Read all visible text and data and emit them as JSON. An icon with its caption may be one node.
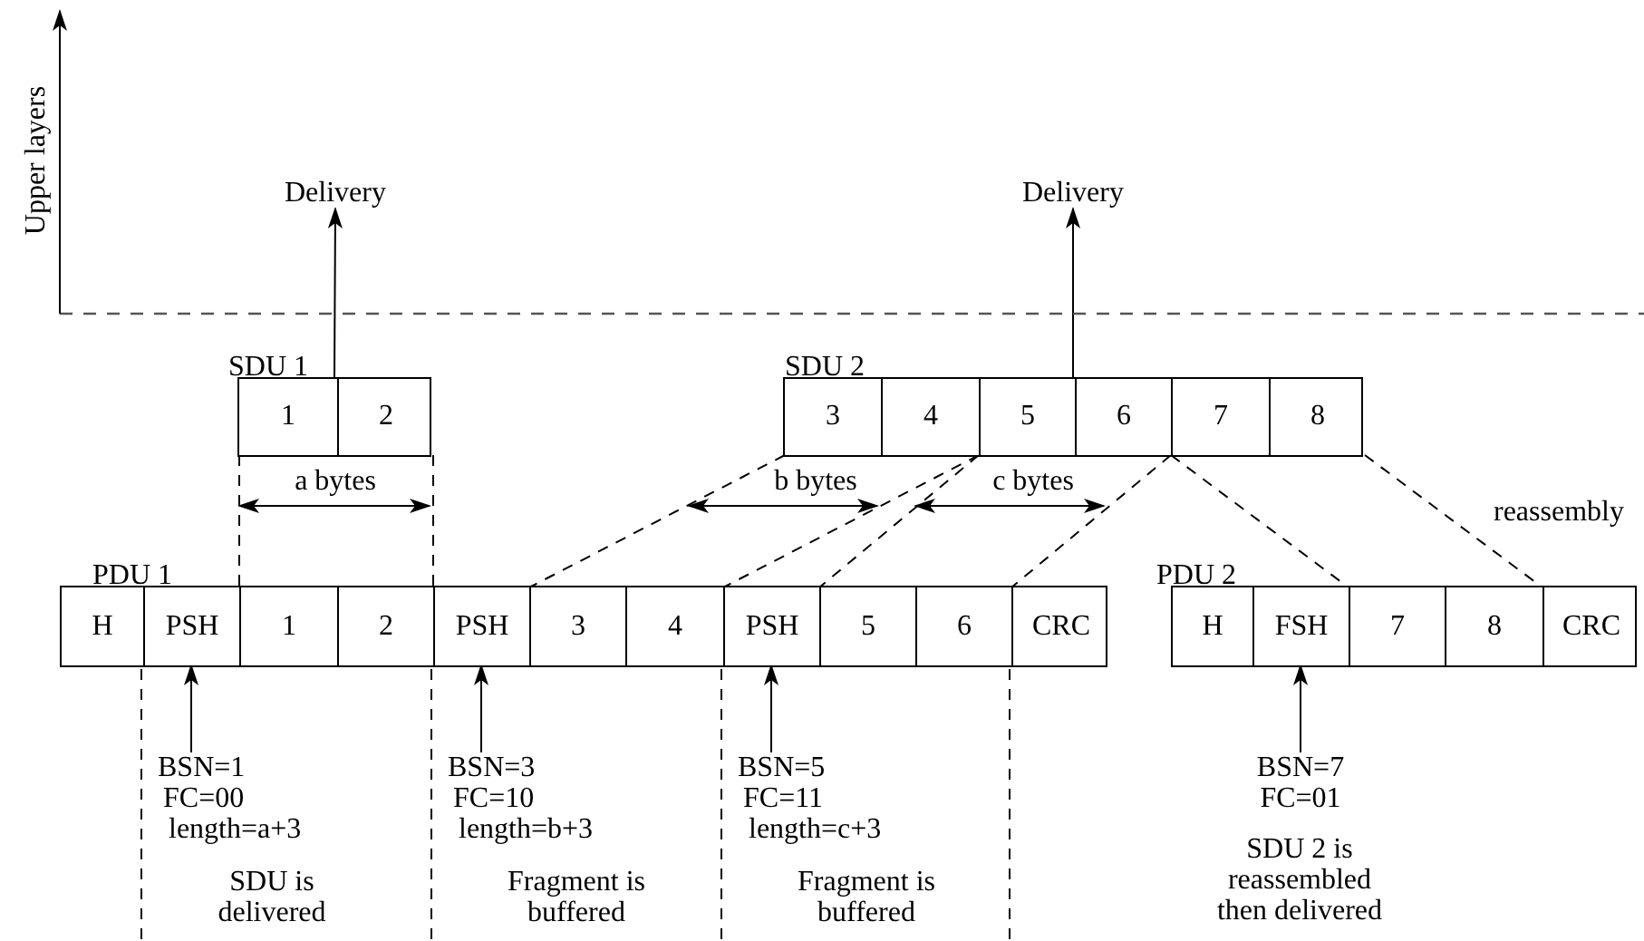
{
  "diagram": {
    "nodes": [
      {
        "text": [
          "SDU 1"
        ]
      },
      {
        "text": [
          "1"
        ],
        "in": 0
      },
      {
        "text": [
          "2"
        ],
        "in": 0
      },
      {
        "text": [
          "SDU 2"
        ]
      },
      {
        "text": [
          "3"
        ],
        "in": 3
      },
      {
        "text": [
          "4"
        ],
        "in": 3
      },
      {
        "text": [
          "5"
        ],
        "in": 3
      },
      {
        "text": [
          "6"
        ],
        "in": 3
      },
      {
        "text": [
          "7"
        ],
        "in": 3
      },
      {
        "text": [
          "8"
        ],
        "in": 3
      },
      {
        "text": [
          "PDU 1"
        ]
      },
      {
        "text": [
          "H"
        ],
        "in": 10
      },
      {
        "text": [
          "PSH"
        ],
        "in": 10
      },
      {
        "text": [
          "1"
        ],
        "in": 10
      },
      {
        "text": [
          "2"
        ],
        "in": 10
      },
      {
        "text": [
          "PSH"
        ],
        "in": 10
      },
      {
        "text": [
          "3"
        ],
        "in": 10
      },
      {
        "text": [
          "4"
        ],
        "in": 10
      },
      {
        "text": [
          "PSH"
        ],
        "in": 10
      },
      {
        "text": [
          "5"
        ],
        "in": 10
      },
      {
        "text": [
          "6"
        ],
        "in": 10
      },
      {
        "text": [
          "CRC"
        ],
        "in": 10
      },
      {
        "text": [
          "PDU 2"
        ]
      },
      {
        "text": [
          "H"
        ],
        "in": 22
      },
      {
        "text": [
          "FSH"
        ],
        "in": 22
      },
      {
        "text": [
          "7"
        ],
        "in": 22
      },
      {
        "text": [
          "8"
        ],
        "in": 22
      },
      {
        "text": [
          "CRC"
        ],
        "in": 22
      },
      {
        "text": [
          "Delivery"
        ]
      },
      {
        "text": [
          "Delivery"
        ]
      },
      {
        "text": [
          "BSN=1",
          "FC=00",
          "length=a+3"
        ]
      },
      {
        "text": [
          "BSN=3",
          "FC=10",
          "length=b+3"
        ]
      },
      {
        "text": [
          "BSN=5",
          "FC=11",
          "length=c+3"
        ]
      },
      {
        "text": [
          "BSN=7",
          "FC=01"
        ]
      }
    ],
    "edges": [
      {
        "from": 0,
        "to": 28,
        "arrow": "to"
      },
      {
        "from": 3,
        "to": 29,
        "arrow": "to"
      },
      {
        "from": 30,
        "to": 12,
        "arrow": "to"
      },
      {
        "from": 31,
        "to": 15,
        "arrow": "to"
      },
      {
        "from": 32,
        "to": 18,
        "arrow": "to"
      },
      {
        "from": 33,
        "to": 24,
        "arrow": "to"
      },
      {
        "from": 1,
        "to": 13,
        "arrow": "none",
        "style": "dashed"
      },
      {
        "from": 2,
        "to": 14,
        "arrow": "none",
        "style": "dashed"
      },
      {
        "from": 4,
        "to": 16,
        "arrow": "none",
        "style": "dashed"
      },
      {
        "from": 5,
        "to": 17,
        "arrow": "none",
        "style": "dashed"
      },
      {
        "from": 6,
        "to": 19,
        "arrow": "none",
        "style": "dashed"
      },
      {
        "from": 7,
        "to": 20,
        "arrow": "none",
        "style": "dashed"
      },
      {
        "from": 8,
        "to": 25,
        "arrow": "none",
        "style": "dashed"
      },
      {
        "from": 9,
        "to": 26,
        "arrow": "none",
        "style": "dashed"
      }
    ],
    "labels": [
      "Upper layers",
      "a bytes",
      "b bytes",
      "c bytes",
      "reassembly",
      "SDU is delivered",
      "Fragment is buffered",
      "Fragment is buffered",
      "SDU 2 is reassembled then delivered"
    ]
  }
}
